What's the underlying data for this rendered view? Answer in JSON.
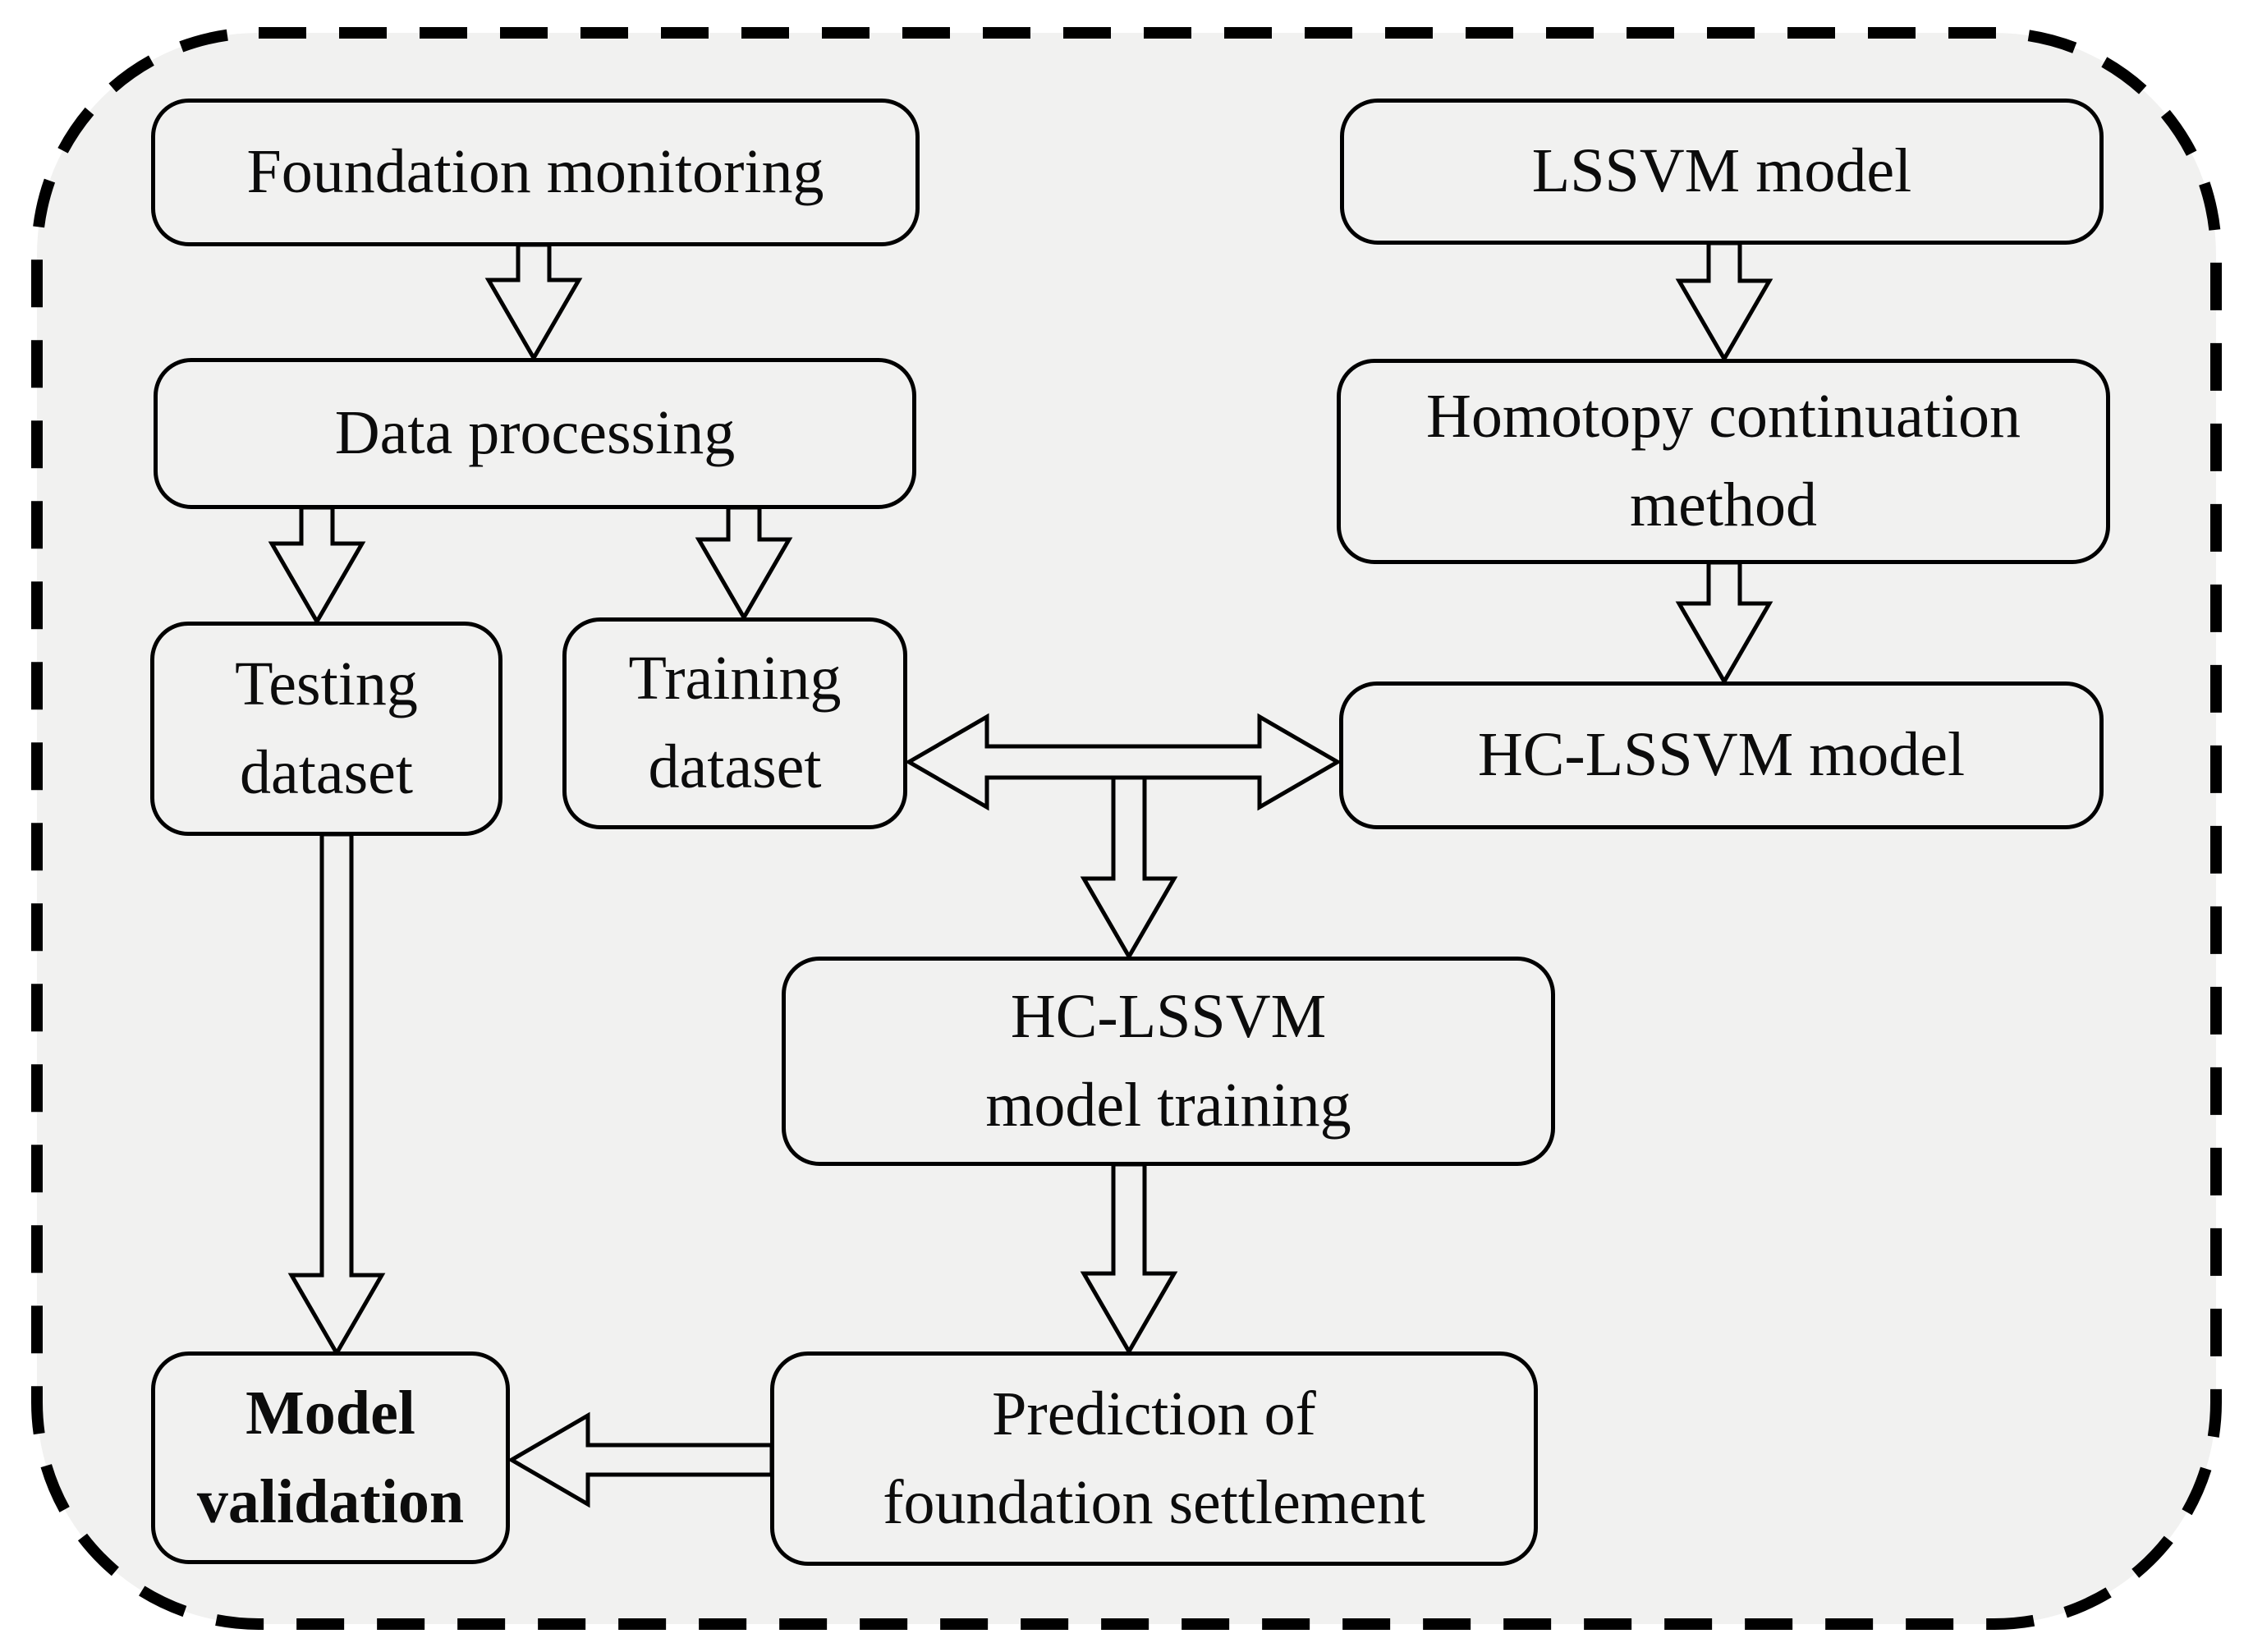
{
  "diagram": {
    "title": "HC-LSSVM foundation settlement prediction workflow",
    "background_color": "#f1f1f0",
    "outside_background_color": "#ffffff",
    "line_color": "#000000",
    "border_style": "dashed rounded rectangle",
    "nodes": {
      "foundation_monitoring": {
        "lines": [
          "Foundation monitoring"
        ]
      },
      "lssvm_model": {
        "lines": [
          "LSSVM model"
        ]
      },
      "data_processing": {
        "lines": [
          "Data processing"
        ]
      },
      "homotopy_continuation": {
        "lines": [
          "Homotopy continuation",
          "method"
        ]
      },
      "testing_dataset": {
        "lines": [
          "Testing",
          "dataset"
        ]
      },
      "training_dataset": {
        "lines": [
          "Training",
          "dataset"
        ]
      },
      "hc_lssvm_model": {
        "lines": [
          "HC-LSSVM model"
        ]
      },
      "hc_lssvm_model_training": {
        "lines": [
          "HC-LSSVM",
          "model training"
        ]
      },
      "model_validation": {
        "lines": [
          "Model",
          "validation"
        ]
      },
      "prediction_of_settlement": {
        "lines": [
          "Prediction of",
          "foundation settlement"
        ]
      }
    },
    "edges": [
      {
        "from": "Foundation monitoring",
        "to": "Data processing",
        "direction": "down",
        "style": "hollow"
      },
      {
        "from": "Data processing",
        "to": "Testing dataset",
        "direction": "down",
        "style": "hollow"
      },
      {
        "from": "Data processing",
        "to": "Training dataset",
        "direction": "down",
        "style": "hollow"
      },
      {
        "from": "LSSVM model",
        "to": "Homotopy continuation method",
        "direction": "down",
        "style": "hollow"
      },
      {
        "from": "Homotopy continuation method",
        "to": "HC-LSSVM model",
        "direction": "down",
        "style": "hollow"
      },
      {
        "from": "Training dataset",
        "to": "HC-LSSVM model",
        "direction": "horizontal",
        "bidirectional": true,
        "style": "hollow"
      },
      {
        "from": "Training dataset / HC-LSSVM model link",
        "to": "HC-LSSVM model training",
        "direction": "down",
        "style": "hollow"
      },
      {
        "from": "HC-LSSVM model training",
        "to": "Prediction of foundation settlement",
        "direction": "down",
        "style": "hollow"
      },
      {
        "from": "Prediction of foundation settlement",
        "to": "Model validation",
        "direction": "left",
        "style": "hollow"
      },
      {
        "from": "Testing dataset",
        "to": "Model validation",
        "direction": "down",
        "style": "hollow"
      }
    ]
  }
}
